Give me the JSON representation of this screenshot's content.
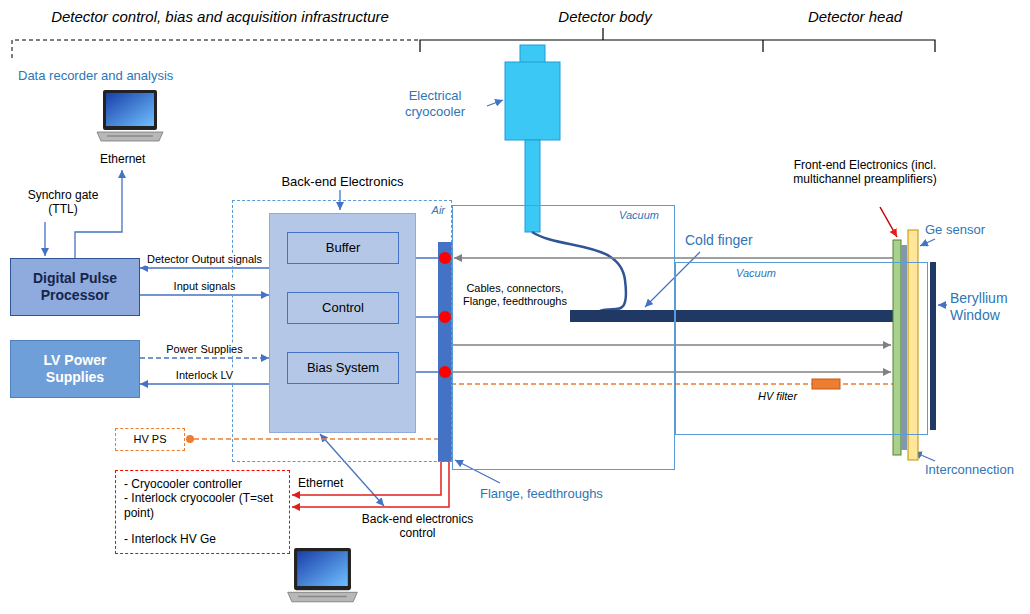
{
  "diagram": {
    "nodes": [
      {
        "text": [
          "Digital Pulse Processor"
        ]
      },
      {
        "text": [
          "LV Power Supplies"
        ]
      },
      {
        "text": [
          "Air"
        ]
      },
      {
        "text": [
          "Back-end Electronics"
        ],
        "in": 2
      },
      {
        "text": [
          "Buffer"
        ],
        "in": 3
      },
      {
        "text": [
          "Control"
        ],
        "in": 3
      },
      {
        "text": [
          "Bias System"
        ],
        "in": 3
      },
      {
        "text": [
          "HV PS"
        ]
      },
      {
        "text": [
          "- Cryocooler controller",
          "- Interlock cryocooler (T=set point)",
          "- Interlock HV Ge"
        ]
      },
      {
        "text": [
          "Vacuum"
        ]
      },
      {
        "text": [
          "Vacuum"
        ]
      }
    ],
    "edges": [
      {
        "from": 3,
        "to": 0,
        "arrow": "to",
        "label": "Detector Output signals"
      },
      {
        "from": 0,
        "to": 3,
        "arrow": "to",
        "label": "Input signals"
      },
      {
        "from": 1,
        "to": 3,
        "arrow": "to",
        "label": "Power Supplies"
      },
      {
        "from": 3,
        "to": 1,
        "arrow": "to",
        "label": "Interlock LV"
      }
    ],
    "labels": [
      "Detector control, bias and acquisition infrastructure",
      "Detector body",
      "Detector head",
      "Data recorder and analysis",
      "Ethernet",
      "Synchro gate (TTL)",
      "Electrical cryocooler",
      "Cables, connectors, Flange, feedthroughs",
      "Cold finger",
      "Front-end Electronics (incl. multichannel preamplifiers)",
      "Ge sensor",
      "Beryllium Window",
      "Interconnection",
      "HV filter",
      "Flange, feedthroughs",
      "Ethernet",
      "Back-end electronics control"
    ]
  }
}
